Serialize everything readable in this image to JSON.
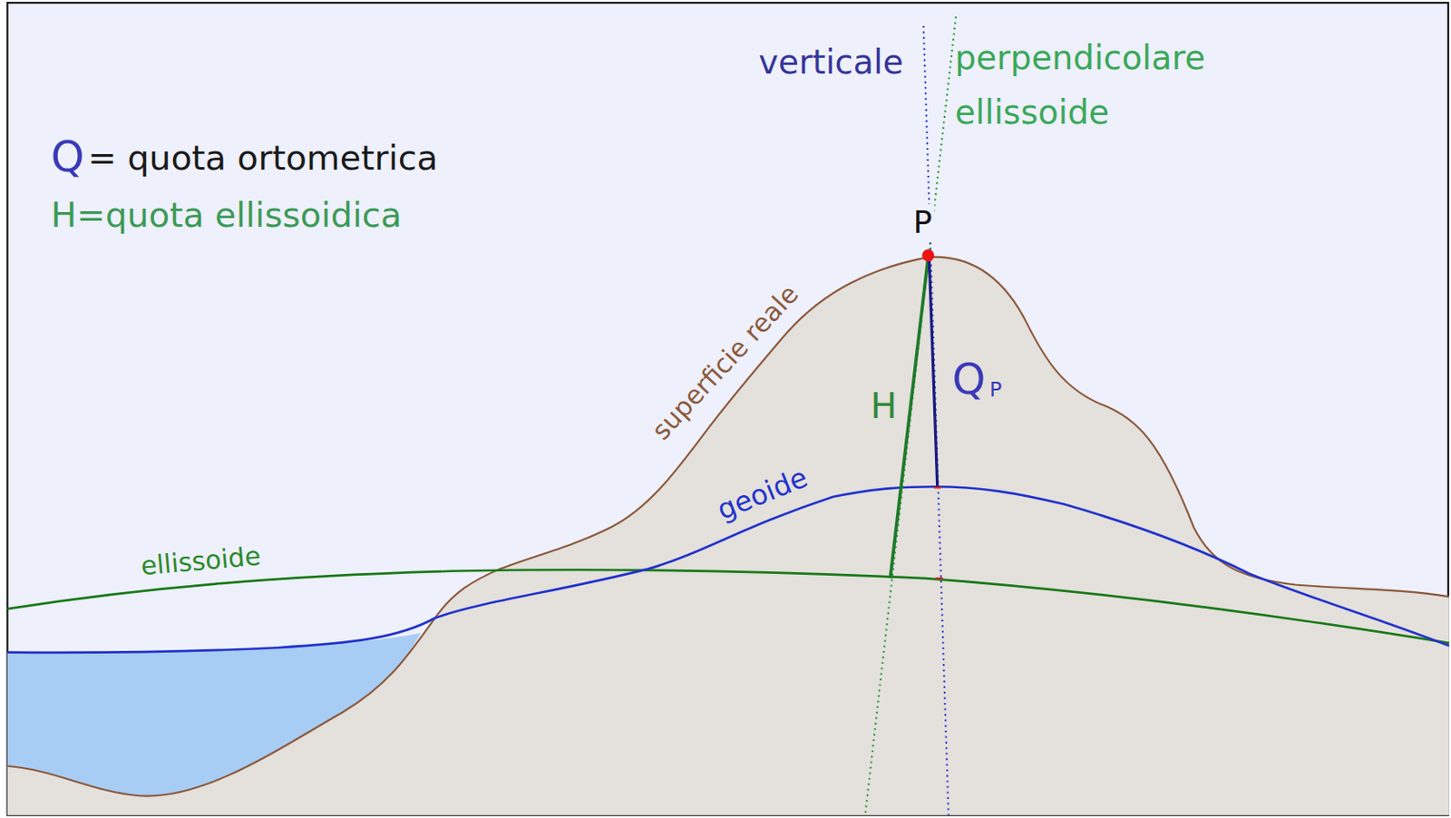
{
  "diagram": {
    "labels": [
      "verticale",
      "perpendicolare ellissoide",
      "Q",
      "= quota ortometrica",
      "H=quota ellissoidica",
      "P",
      "superficie reale",
      "H",
      "Q",
      "P",
      "geoide",
      "ellissoide"
    ]
  }
}
